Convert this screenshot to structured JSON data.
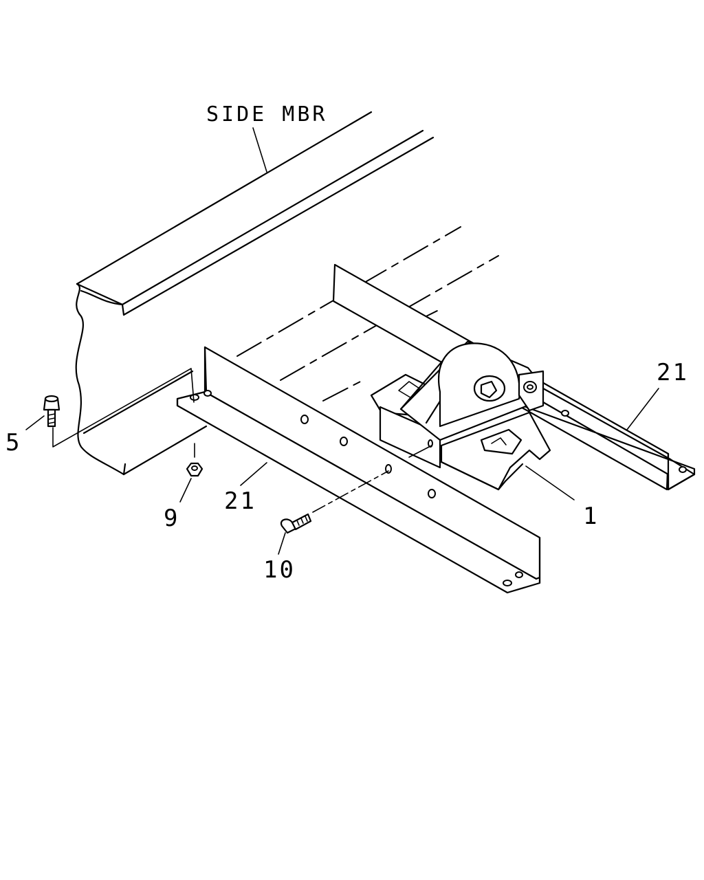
{
  "diagram": {
    "labels": {
      "side_member": "SIDE MBR",
      "callout_21_right": "21",
      "callout_21_left": "21",
      "callout_1": "1",
      "callout_5": "5",
      "callout_9": "9",
      "callout_10": "10"
    }
  }
}
